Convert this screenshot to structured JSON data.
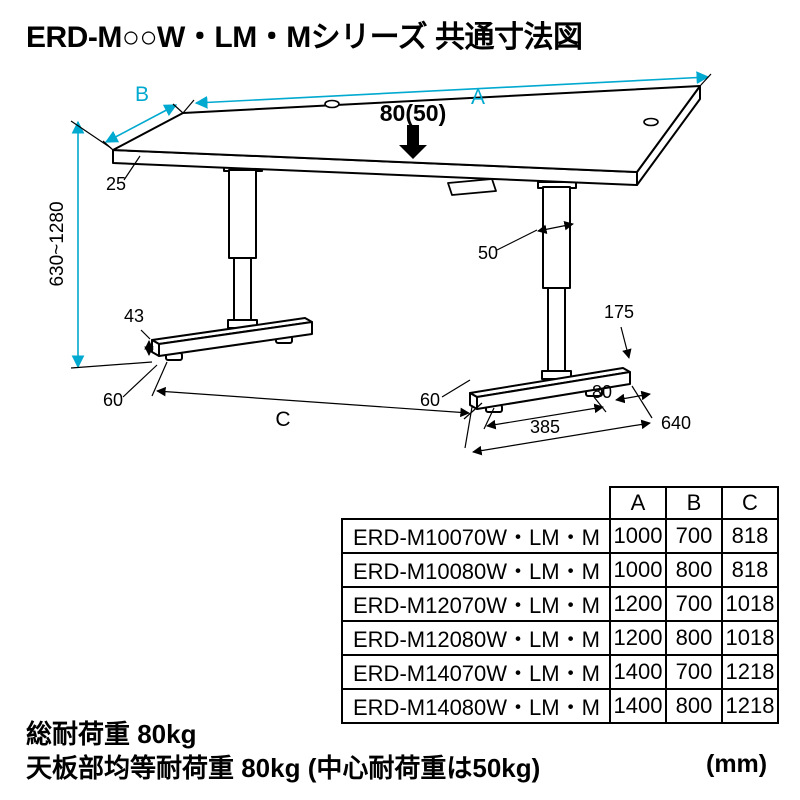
{
  "title": "ERD-M○○W・LM・Mシリーズ 共通寸法図",
  "colors": {
    "dimension_cyan": "#00a9cf",
    "ink": "#000000"
  },
  "diagram": {
    "labels": {
      "width_a": "A",
      "depth_b": "B",
      "span_c": "C",
      "load_point": "80(50)",
      "top_thickness": "25",
      "height_range": "630~1280",
      "column_width": "50",
      "foot_front_height": "43",
      "foot_rear_height": "175",
      "foot_front_offset_left": "60",
      "foot_front_offset_right": "60",
      "glide_pitch": "385",
      "foot_rear_offset": "80",
      "foot_length": "640"
    }
  },
  "table": {
    "headers": {
      "A": "A",
      "B": "B",
      "C": "C"
    },
    "rows": [
      {
        "model": "ERD-M10070W・LM・M",
        "A": "1000",
        "B": "700",
        "C": "818"
      },
      {
        "model": "ERD-M10080W・LM・M",
        "A": "1000",
        "B": "800",
        "C": "818"
      },
      {
        "model": "ERD-M12070W・LM・M",
        "A": "1200",
        "B": "700",
        "C": "1018"
      },
      {
        "model": "ERD-M12080W・LM・M",
        "A": "1200",
        "B": "800",
        "C": "1018"
      },
      {
        "model": "ERD-M14070W・LM・M",
        "A": "1400",
        "B": "700",
        "C": "1218"
      },
      {
        "model": "ERD-M14080W・LM・M",
        "A": "1400",
        "B": "800",
        "C": "1218"
      }
    ]
  },
  "notes": {
    "total_load": "総耐荷重 80kg",
    "even_load": "天板部均等耐荷重 80kg (中心耐荷重は50kg)"
  },
  "unit": "(mm)"
}
